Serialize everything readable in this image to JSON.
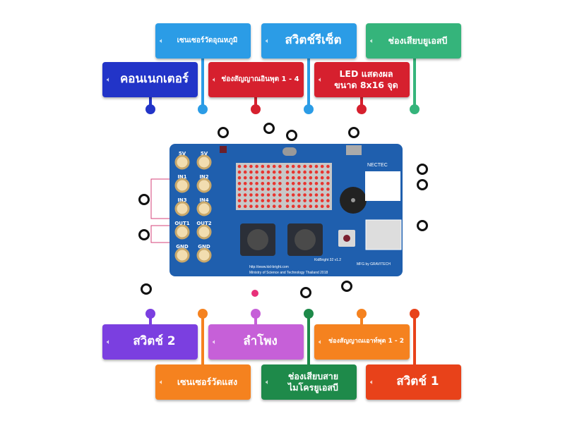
{
  "labels_top": [
    {
      "id": "temp-sensor",
      "text": "เซนเซอร์วัดอุณหภูมิ",
      "color": "#2b9ce6",
      "size": "small"
    },
    {
      "id": "reset-switch",
      "text": "สวิตช์รีเซ็ต",
      "color": "#2b9ce6",
      "size": "large"
    },
    {
      "id": "usb-port",
      "text": "ช่องเสียบยูเอสบี",
      "color": "#35b47b",
      "size": "medium"
    },
    {
      "id": "connector",
      "text": "คอนเนกเตอร์",
      "color": "#2234c8",
      "size": "large"
    },
    {
      "id": "input-channels",
      "text": "ช่องสัญญาณอินพุต 1 - 4",
      "color": "#d6202e",
      "size": "small"
    },
    {
      "id": "led-matrix",
      "text": "LED แสดงผล ขนาด 8x16 จุด",
      "color": "#d6202e",
      "size": "medium"
    }
  ],
  "labels_bottom": [
    {
      "id": "switch-2",
      "text": "สวิตช์ 2",
      "color": "#7b3fe0",
      "size": "large"
    },
    {
      "id": "speaker",
      "text": "ลำโพง",
      "color": "#c660d8",
      "size": "large"
    },
    {
      "id": "output-channels",
      "text": "ช่องสัญญาณเอาท์พุต 1 - 2",
      "color": "#f5821f",
      "size": "tiny"
    },
    {
      "id": "light-sensor",
      "text": "เซนเซอร์วัดแสง",
      "color": "#f5821f",
      "size": "medium"
    },
    {
      "id": "micro-usb",
      "text": "ช่องเสียบสาย ไมโครยูเอสบี",
      "color": "#1e8a4a",
      "size": "medium"
    },
    {
      "id": "switch-1",
      "text": "สวิตช์ 1",
      "color": "#e8421a",
      "size": "large"
    }
  ],
  "board": {
    "pin_labels": [
      "5V",
      "5V",
      "IN1",
      "IN2",
      "IN3",
      "IN4",
      "OUT1",
      "OUT2",
      "GND",
      "GND"
    ],
    "brand": "NECTEC",
    "model": "KidBright 32 v1.2",
    "url": "http://www.kid-bright.com",
    "ministry": "Ministry of Science and Technology Thailand 2018",
    "maker": "MFG by GRAVITECH",
    "color": "#1f5fae"
  }
}
